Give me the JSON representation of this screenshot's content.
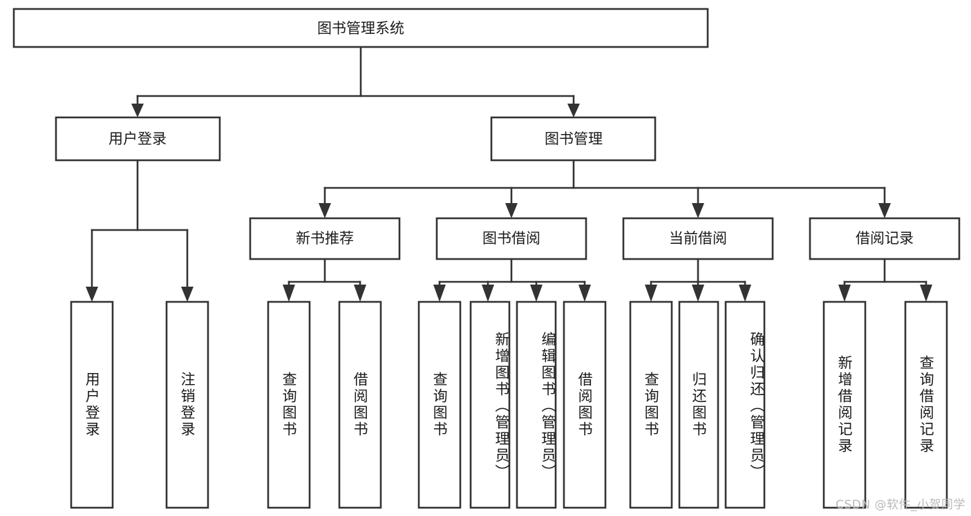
{
  "diagram": {
    "type": "tree-hierarchy",
    "title": "图书管理系统",
    "orientation": "top-down",
    "style": {
      "box_fill": "#ffffff",
      "box_stroke": "#333333",
      "text_color": "#1a1a1a",
      "background": "#ffffff",
      "watermark_color": "#b9b9b9"
    },
    "root": {
      "label": "图书管理系统",
      "level": 0
    },
    "level1": [
      {
        "id": "user-login",
        "label": "用户登录"
      },
      {
        "id": "book-manage",
        "label": "图书管理"
      }
    ],
    "level2": [
      {
        "id": "new-book-recommend",
        "label": "新书推荐",
        "parent": "book-manage"
      },
      {
        "id": "book-borrow",
        "label": "图书借阅",
        "parent": "book-manage"
      },
      {
        "id": "current-borrow",
        "label": "当前借阅",
        "parent": "book-manage"
      },
      {
        "id": "borrow-record",
        "label": "借阅记录",
        "parent": "book-manage"
      }
    ],
    "leaves": {
      "user-login": [
        {
          "id": "leaf-user-login",
          "label": "用户登录"
        },
        {
          "id": "leaf-logout-login",
          "label": "注销登录"
        }
      ],
      "new-book-recommend": [
        {
          "id": "leaf-query-book-1",
          "label": "查询图书"
        },
        {
          "id": "leaf-borrow-book-1",
          "label": "借阅图书"
        }
      ],
      "book-borrow": [
        {
          "id": "leaf-query-book-2",
          "label": "查询图书"
        },
        {
          "id": "leaf-add-book",
          "label": "新增图书（管理员）"
        },
        {
          "id": "leaf-edit-book",
          "label": "编辑图书（管理员）"
        },
        {
          "id": "leaf-borrow-book-2",
          "label": "借阅图书"
        }
      ],
      "current-borrow": [
        {
          "id": "leaf-query-book-3",
          "label": "查询图书"
        },
        {
          "id": "leaf-return-book",
          "label": "归还图书"
        },
        {
          "id": "leaf-confirm-return",
          "label": "确认归还（管理员）"
        }
      ],
      "borrow-record": [
        {
          "id": "leaf-add-record",
          "label": "新增借阅记录"
        },
        {
          "id": "leaf-query-record",
          "label": "查询借阅记录"
        }
      ]
    }
  },
  "watermark": {
    "text": "CSDN @软件_小贺同学"
  }
}
